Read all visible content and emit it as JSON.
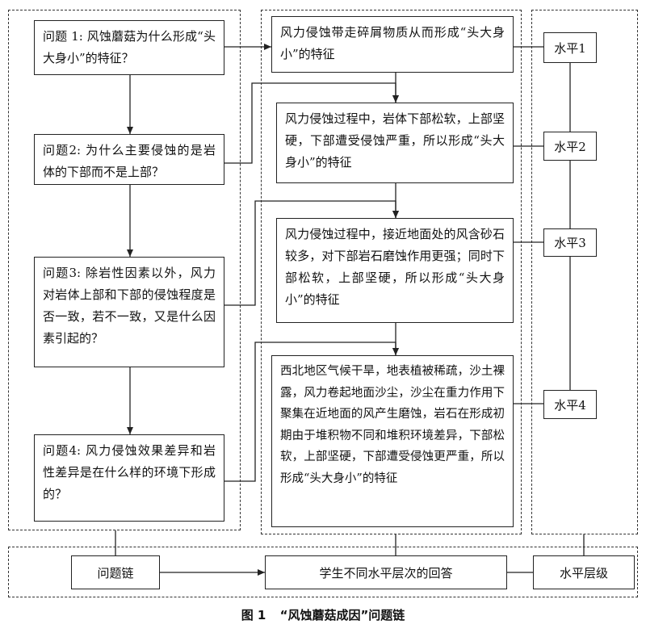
{
  "questions": [
    "问题 1: 风蚀蘑菇为什么形成“头大身小”的特征？",
    "问题2: 为什么主要侵蚀的是岩体的下部而不是上部？",
    "问题3: 除岩性因素以外，风力对岩体上部和下部的侵蚀程度是否一致，若不一致，又是什么因素引起的？",
    "问题4: 风力侵蚀效果差异和岩性差异是在什么样的环境下形成的？"
  ],
  "answers": [
    "风力侵蚀带走碎屑物质从而形成“头大身小”的特征",
    "风力侵蚀过程中，岩体下部松软，上部坚硬，下部遭受侵蚀严重，所以形成“头大身小”的特征",
    "风力侵蚀过程中，接近地面处的风含砂石较多，对下部岩石磨蚀作用更强；同时下部松软，上部坚硬，所以形成“头大身小”的特征",
    "西北地区气候干旱，地表植被稀疏，沙土裸露，风力卷起地面沙尘，沙尘在重力作用下聚集在近地面的风产生磨蚀，岩石在形成初期由于堆积物不同和堆积环境差异，下部松软，上部坚硬，下部遭受侵蚀更严重，所以形成“头大身小”的特征"
  ],
  "levels": [
    "水平1",
    "水平2",
    "水平3",
    "水平4"
  ],
  "legend": {
    "question_chain": "问题链",
    "answers": "学生不同水平层次的回答",
    "levels": "水平层级"
  },
  "caption": {
    "figure": "图 1",
    "title": "“风蚀蘑菇成因”问题链"
  }
}
